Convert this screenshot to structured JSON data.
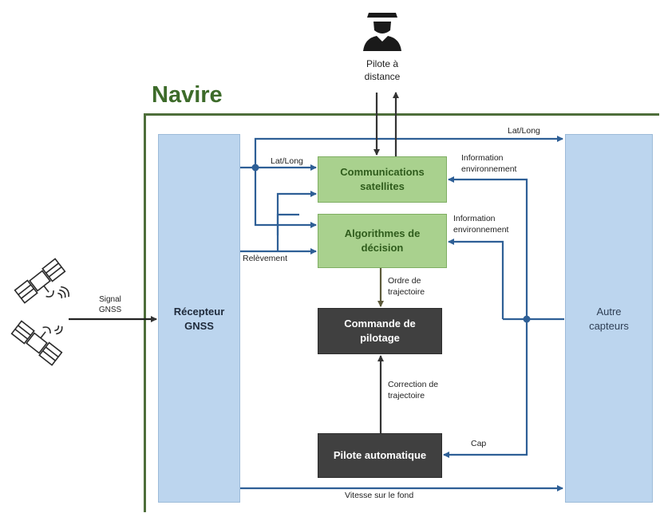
{
  "title": "Navire",
  "nodes": {
    "pilote_distance": "Pilote à distance",
    "recepteur": "Récepteur GNSS",
    "autres": "Autre capteurs",
    "communications": "Communications satellites",
    "algorithmes": "Algorithmes de décision",
    "commande": "Commande de pilotage",
    "pilote_auto": "Pilote automatique"
  },
  "labels": {
    "signal": "Signal GNSS",
    "latlong_top": "Lat/Long",
    "latlong_left": "Lat/Long",
    "info_env_1": "Information environnement",
    "info_env_2": "Information environnement",
    "relevement": "Relèvement",
    "ordre": "Ordre de trajectoire",
    "correction": "Correction de trajectoire",
    "cap": "Cap",
    "vitesse": "Vitesse sur le fond"
  },
  "colors": {
    "flow_line": "#2e5f96",
    "ship_border": "#4e6e3a",
    "title": "#3d6b2a",
    "sensor_columns": "#bcd5ee",
    "green_boxes": "#a9d18e",
    "dark_boxes": "#404040"
  },
  "icons": [
    "pilot-person-icon",
    "satellite-icon",
    "satellite-icon"
  ]
}
